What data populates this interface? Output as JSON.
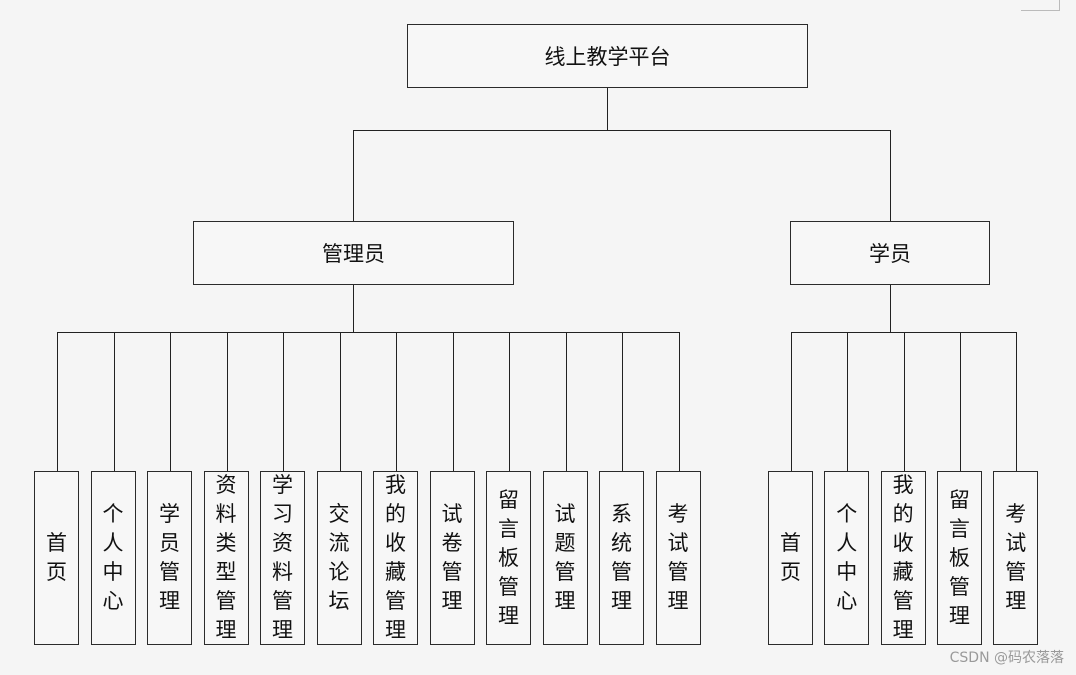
{
  "root": "线上教学平台",
  "admin": {
    "label": "管理员",
    "items": [
      "首页",
      "个人中心",
      "学员管理",
      "资料类型管理",
      "学习资料管理",
      "交流论坛",
      "我的收藏管理",
      "试卷管理",
      "留言板管理",
      "试题管理",
      "系统管理",
      "考试管理"
    ]
  },
  "student": {
    "label": "学员",
    "items": [
      "首页",
      "个人中心",
      "我的收藏管理",
      "留言板管理",
      "考试管理"
    ]
  },
  "watermark": "CSDN @码农落落"
}
